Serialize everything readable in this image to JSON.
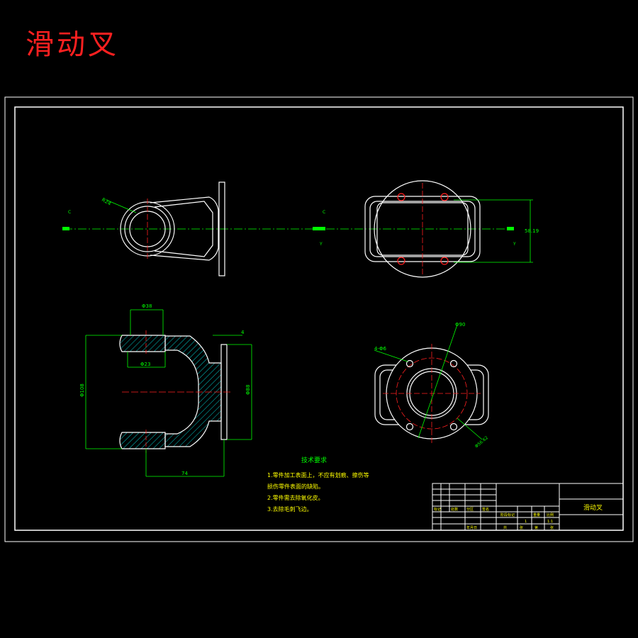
{
  "title": "滑动叉",
  "colors": {
    "background": "#000000",
    "title": "#ff2020",
    "outline": "#ffffff",
    "dimension": "#00ff00",
    "centerline": "#ff2020",
    "hatch": "#00cccc",
    "text": "#ffff00"
  },
  "labels": {
    "section_c1": "C",
    "section_c2": "C",
    "section_y1": "Y",
    "section_y2": "Y",
    "top_radius": "R24",
    "width_dim": "58.19",
    "top_dia": "Φ38",
    "inner_dia": "Φ23",
    "height_dim": "Φ108",
    "flange_dim": "Φ88",
    "thickness_dim": "4",
    "length_dim": "74",
    "flange_od": "Φ90",
    "bolt_holes": "4-Φ6",
    "bolt_circle": "Φ56.62"
  },
  "notes": {
    "heading": "技术要求",
    "line1": "1.零件加工表面上，不应有划痕、擦伤等",
    "line2": "损伤零件表面的缺陷。",
    "line3": "2.零件需去除氧化皮。",
    "line4": "3.去除毛刺飞边。"
  },
  "title_block": {
    "part_name": "滑动叉",
    "c1": "标记",
    "c2": "处数",
    "c3": "分区",
    "c4": "签名",
    "c5": "年月日",
    "c6": "阶段标记",
    "c7": "重量",
    "c8": "比例",
    "c9": "共",
    "c10": "张",
    "c11": "第",
    "c12": "张",
    "scale": "1:1",
    "sheet": "1"
  }
}
